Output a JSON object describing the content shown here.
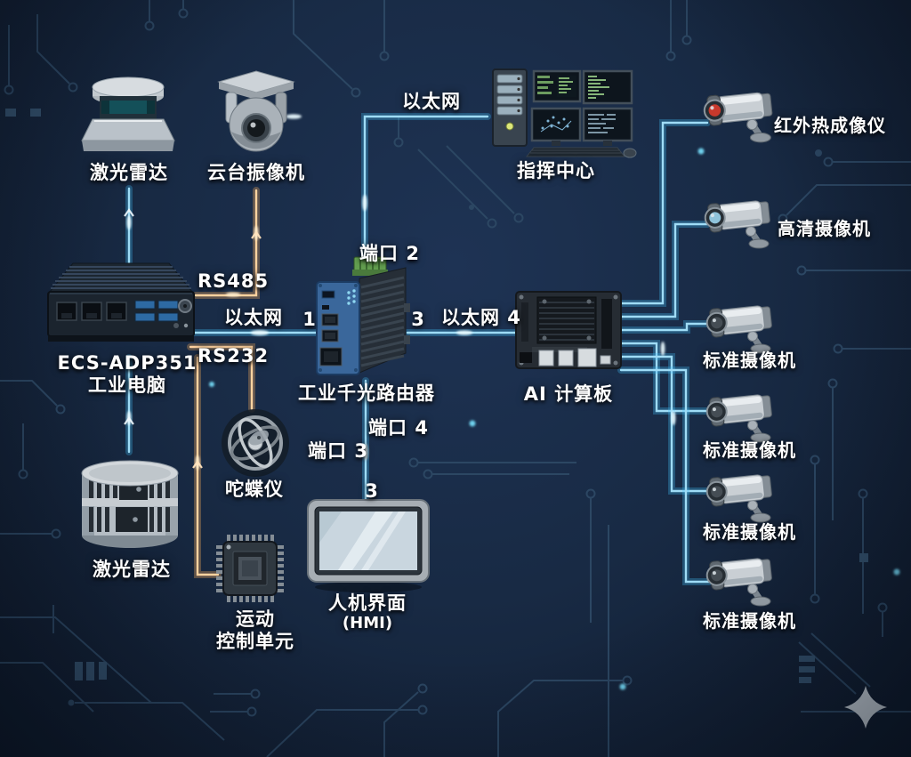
{
  "diagram_title": "",
  "nodes": {
    "lidar_top": {
      "label": "激光雷达"
    },
    "ptz_camera": {
      "label": "云台振像机"
    },
    "command_center": {
      "label": "指挥中心"
    },
    "thermal_imager": {
      "label": "红外热成像仪"
    },
    "hd_camera": {
      "label": "高清摄像机"
    },
    "industrial_pc": {
      "model": "ECS-ADP351",
      "label": "工业电脑"
    },
    "router": {
      "label": "工业千光路由器",
      "port_top_label": "端口 2",
      "port_left_num": "1",
      "port_right_num": "3",
      "port_bottom_right_label": "端口 4",
      "port_bottom_left_label": "端口 3",
      "hmi_port_num": "3"
    },
    "ai_board": {
      "label": "AI 计算板"
    },
    "lidar_bottom": {
      "label": "激光雷达"
    },
    "gyroscope": {
      "label": "咜蝶仪"
    },
    "motion_controller": {
      "label_line1": "运动",
      "label_line2": "控制单元"
    },
    "hmi": {
      "label": "人机界面",
      "sublabel": "(HMI)"
    },
    "standard_cameras": [
      {
        "label": "标准摄像机"
      },
      {
        "label": "标准摄像机"
      },
      {
        "label": "标准摄像机"
      },
      {
        "label": "标准摄像机"
      }
    ]
  },
  "links": {
    "rs485_label": "RS485",
    "rs232_label": "RS232",
    "pc_router_ethernet_label": "以太网",
    "router_command_ethernet_label": "以太网",
    "router_ai_ethernet_label": "以太网 4"
  },
  "colors": {
    "background": "#182a44",
    "ethernet_line": "#45c2ee",
    "serial_line": "#f0a860",
    "label_text": "#ffffff",
    "circuit_trace": "#2c4763",
    "thermal_lens": "#c8392c",
    "hd_lens": "#8fc3da",
    "standard_lens": "#454d54",
    "router_panel": "#3a679b",
    "terminal_block": "#639f50",
    "sparkle": "#c9d2da"
  }
}
